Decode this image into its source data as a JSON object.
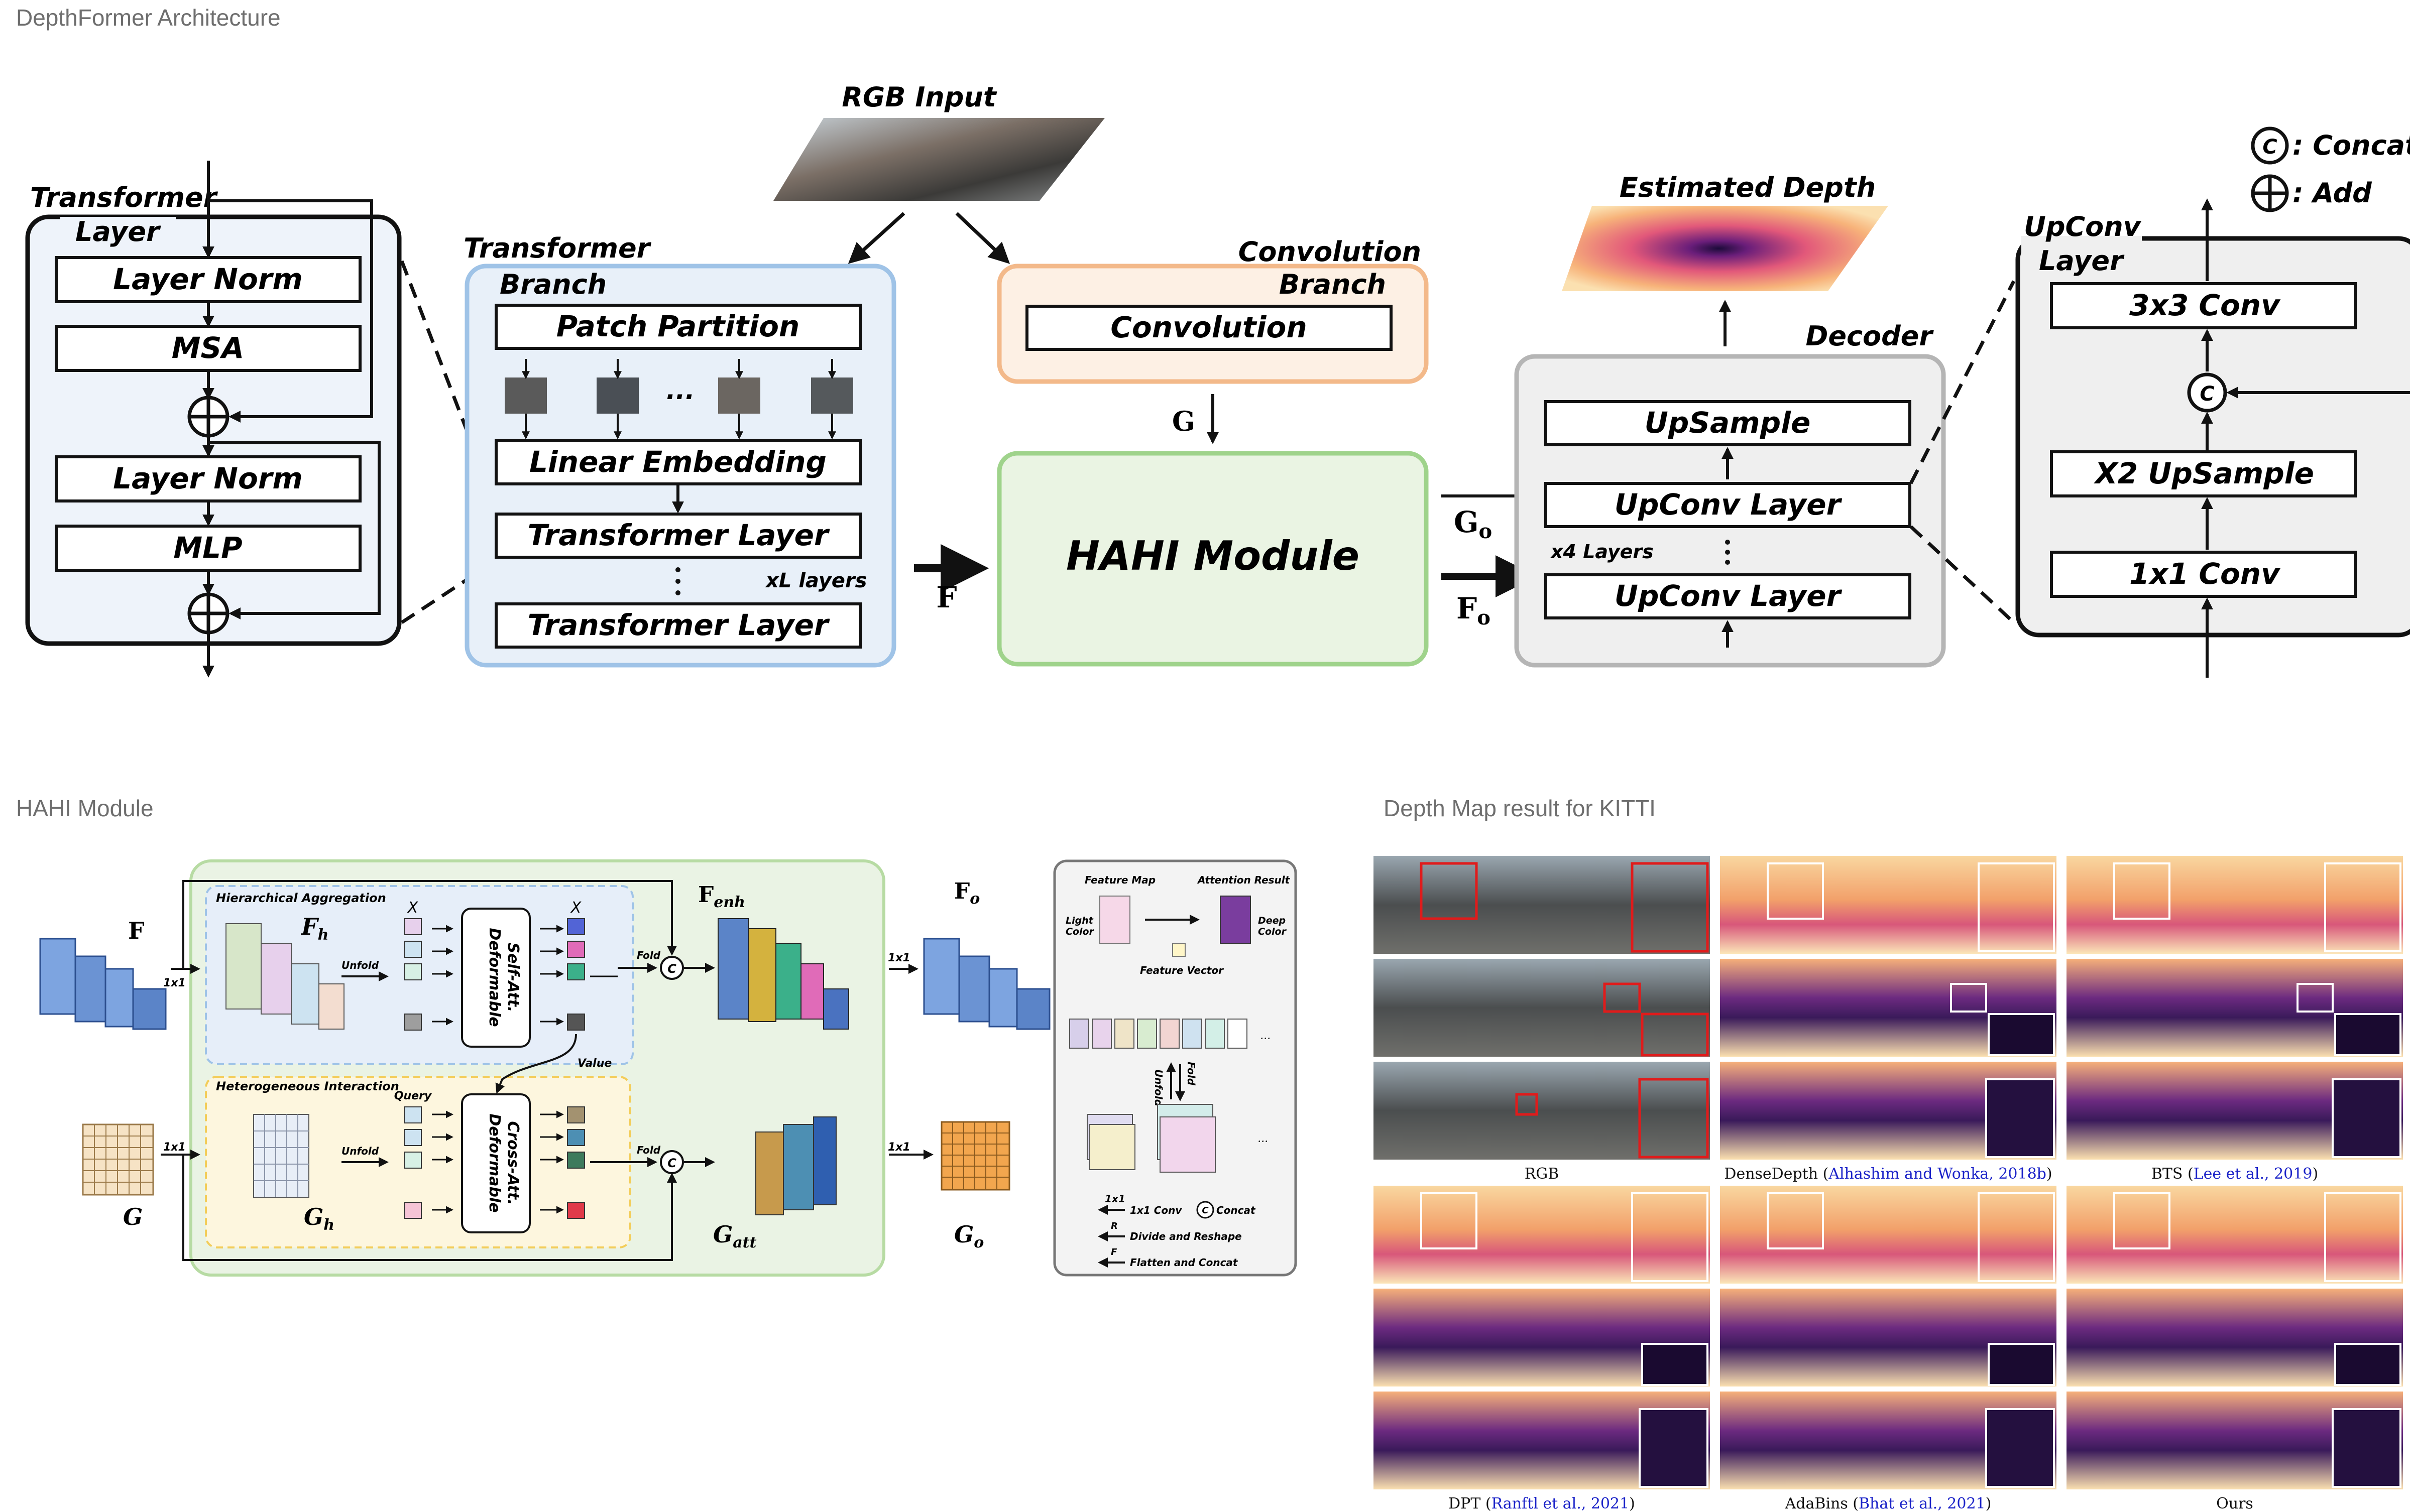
{
  "sections": {
    "architecture_title": "DepthFormer Architecture",
    "hahi_title": "HAHI Module",
    "kitti_title": "Depth Map result for KITTI"
  },
  "architecture": {
    "rgb_input": "RGB Input",
    "transformer_layer_title_1": "Transformer",
    "transformer_layer_title_2": "Layer",
    "layer_norm": "Layer Norm",
    "msa": "MSA",
    "mlp": "MLP",
    "transformer_branch_1": "Transformer",
    "transformer_branch_2": "Branch",
    "patch_partition": "Patch Partition",
    "ellipsis": "...",
    "linear_embedding": "Linear Embedding",
    "transformer_layer": "Transformer Layer",
    "xl_layers": "xL layers",
    "convolution_branch_1": "Convolution",
    "convolution_branch_2": "Branch",
    "convolution": "Convolution",
    "g_label": "G",
    "f_label": "F",
    "hahi_module": "HAHI Module",
    "g0_label": "G",
    "f0_label": "F",
    "sub_o": "o",
    "estimated_depth": "Estimated Depth",
    "decoder": "Decoder",
    "upsample": "UpSample",
    "upconv_layer": "UpConv Layer",
    "x4_layers": "x4 Layers",
    "upconv_title_1": "UpConv",
    "upconv_title_2": "Layer",
    "conv3x3": "3x3 Conv",
    "x2_upsample": "X2 UpSample",
    "conv1x1": "1x1 Conv",
    "legend_concat": ": Concat",
    "legend_add": ": Add",
    "concat_symbol": "C"
  },
  "hahi": {
    "F": "F",
    "G": "G",
    "Fh": "F",
    "Gh": "G",
    "sub_h": "h",
    "Fenh": "F",
    "sub_enh": "enh",
    "Gatt": "G",
    "sub_att": "att",
    "Fo": "F",
    "Go": "G",
    "sub_o": "o",
    "hierarchical_aggregation": "Hierarchical Aggregation",
    "heterogeneous_interaction": "Heterogeneous Interaction",
    "unfold": "Unfold",
    "fold": "Fold",
    "deformable_self_att_1": "Deformable",
    "deformable_self_att_2": "Self-Att.",
    "deformable_cross_att_1": "Deformable",
    "deformable_cross_att_2": "Cross-Att.",
    "x_label": "X",
    "query": "Query",
    "value": "Value",
    "conv1x1": "1x1",
    "concat_symbol": "C",
    "legend": {
      "feature_map": "Feature Map",
      "attention_result": "Attention Result",
      "light_color_1": "Light",
      "light_color_2": "Color",
      "deep_color_1": "Deep",
      "deep_color_2": "Color",
      "feature_vector": "Feature Vector",
      "unfold": "Unfold",
      "fold": "Fold",
      "conv_item": "1x1 Conv",
      "concat_item": "Concat",
      "divide_reshape": "Divide and Reshape",
      "flatten_concat": "Flatten and Concat",
      "ellipsis": "...",
      "key_1x1": "1x1",
      "key_r": "R",
      "key_f": "F"
    }
  },
  "kitti": {
    "captions": [
      {
        "text": "RGB",
        "cite": ""
      },
      {
        "text": "DenseDepth (",
        "cite": "Alhashim and Wonka, 2018b",
        "close": ")"
      },
      {
        "text": "BTS (",
        "cite": "Lee et al., 2019",
        "close": ")"
      },
      {
        "text": "DPT (",
        "cite": "Ranftl et al., 2021",
        "close": ")"
      },
      {
        "text": "AdaBins (",
        "cite": "Bhat et al., 2021",
        "close": ")"
      },
      {
        "text": "Ours",
        "cite": ""
      }
    ]
  }
}
